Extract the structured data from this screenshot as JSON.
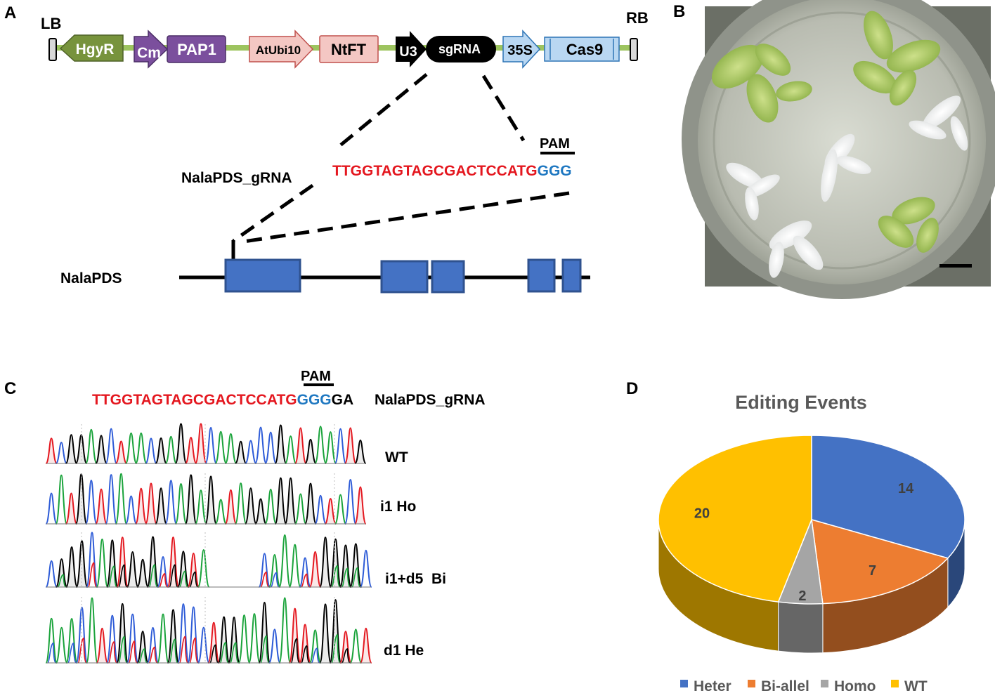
{
  "panels": {
    "a": "A",
    "b": "B",
    "c": "C",
    "d": "D"
  },
  "construct": {
    "lb": "LB",
    "rb": "RB",
    "hgyr": "HgyR",
    "cm": "Cm",
    "pap1": "PAP1",
    "atubi10": "AtUbi10",
    "ntft": "NtFT",
    "u3": "U3",
    "sgrna": "sgRNA",
    "p35s": "35S",
    "cas9": "Cas9"
  },
  "grna": {
    "label": "NalaPDS_gRNA",
    "target": "TTGGTAGTAGCGACTCCATG",
    "pam_seq": "GGG",
    "pam_label": "PAM",
    "target_color": "#e4171f",
    "pam_color": "#1f78c1"
  },
  "gene": {
    "label": "NalaPDS",
    "exon_color": "#4472c4"
  },
  "panel_c": {
    "target": "TTGGTAGTAGCGACTCCATG",
    "pam_seq": "GGG",
    "tail": "GA",
    "pam_label": "PAM",
    "grna_label": "NalaPDS_gRNA",
    "traces": [
      "WT",
      "i1 Ho",
      "i1+d5  Bi",
      "d1 He"
    ]
  },
  "chart_data": {
    "type": "pie",
    "title": "Editing Events",
    "categories": [
      "Heter",
      "Bi-allel",
      "Homo",
      "WT"
    ],
    "values": [
      14,
      7,
      2,
      20
    ],
    "colors": [
      "#4472c4",
      "#ed7d31",
      "#a5a5a5",
      "#ffc000"
    ],
    "legend_position": "bottom",
    "style": "3d"
  }
}
